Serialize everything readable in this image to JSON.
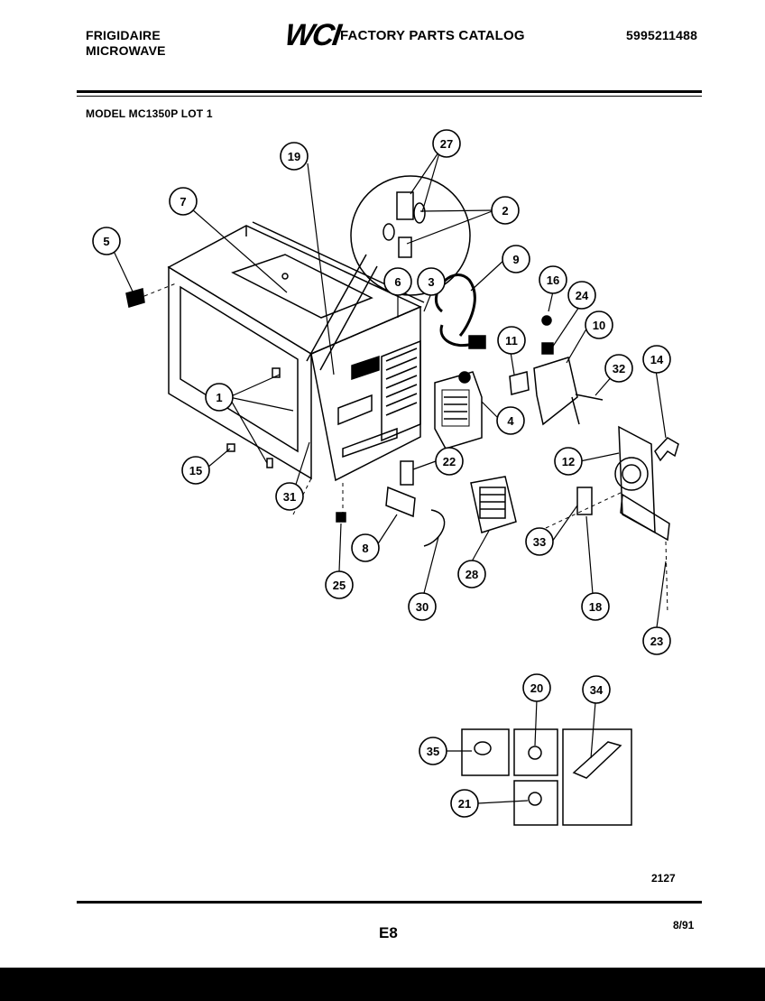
{
  "header": {
    "brand_line1": "FRIGIDAIRE",
    "brand_line2": "MICROWAVE",
    "logo_text": "WCI",
    "catalog_title": "FACTORY PARTS CATALOG",
    "part_number": "5995211488"
  },
  "model": "MODEL MC1350P LOT 1",
  "callouts": [
    "1",
    "2",
    "3",
    "4",
    "5",
    "6",
    "7",
    "8",
    "9",
    "10",
    "11",
    "12",
    "14",
    "15",
    "16",
    "18",
    "19",
    "20",
    "21",
    "22",
    "23",
    "24",
    "25",
    "27",
    "28",
    "30",
    "31",
    "32",
    "33",
    "34",
    "35"
  ],
  "footer": {
    "figure_id": "2127",
    "page": "E8",
    "date": "8/91"
  }
}
